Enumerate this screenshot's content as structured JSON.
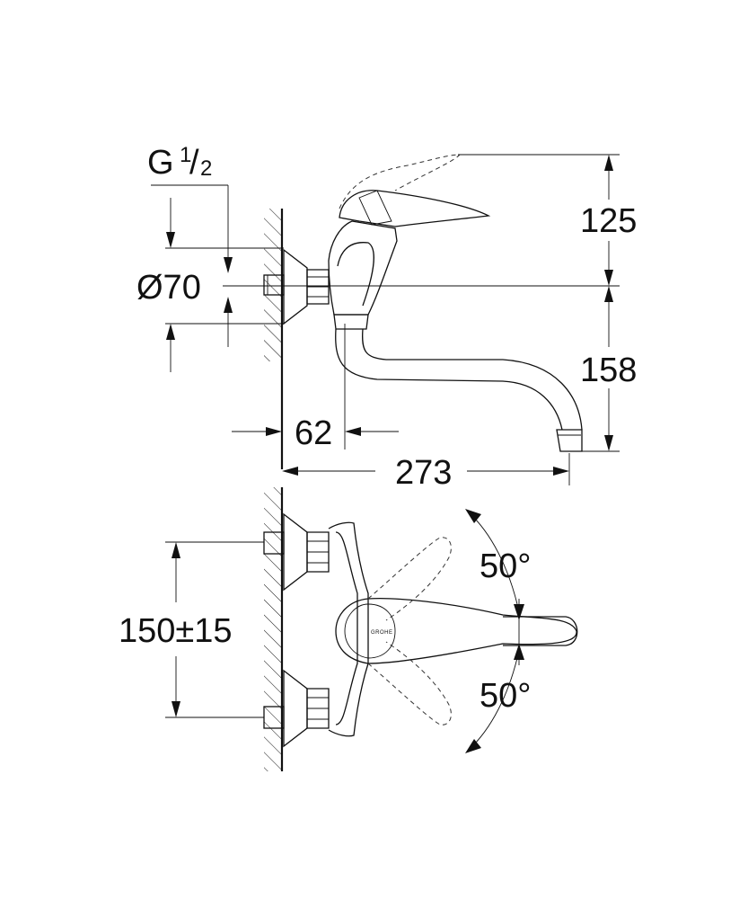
{
  "dimensions": {
    "thread_prefix": "G",
    "thread_num": "1",
    "thread_slash": "/",
    "thread_den": "2",
    "diameter": "Ø70",
    "wall_offset": "62",
    "reach": "273",
    "lever_height": "125",
    "spout_height": "158",
    "connection_centers": "150±15",
    "rotation_left": "50°",
    "rotation_right": "50°"
  },
  "logo": "GROHE",
  "colors": {
    "line": "#111111",
    "background": "#ffffff"
  }
}
